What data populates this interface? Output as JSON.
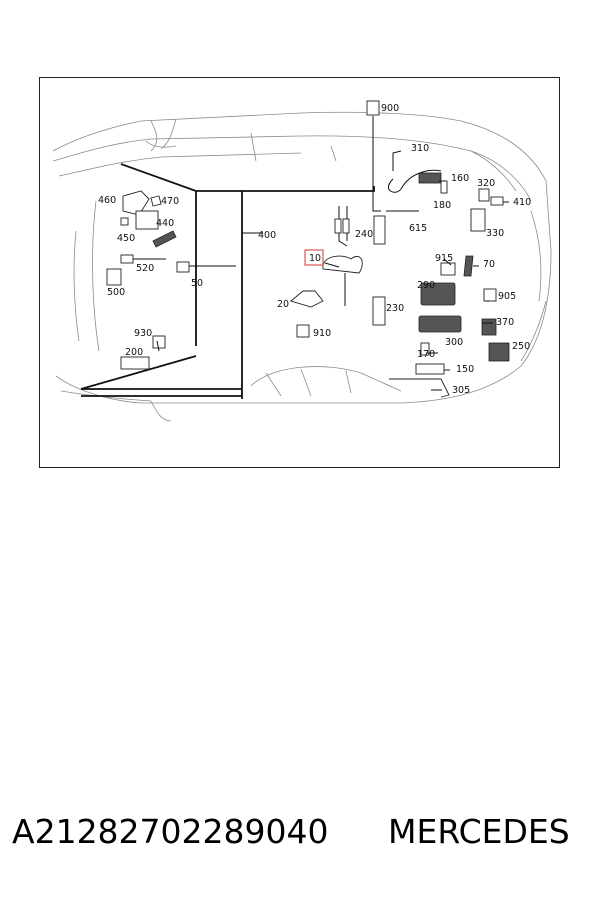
{
  "diagram": {
    "labels": {
      "l900": "900",
      "l310": "310",
      "l160": "160",
      "l320": "320",
      "l410": "410",
      "l180": "180",
      "l615": "615",
      "l330": "330",
      "l240": "240",
      "l460": "460",
      "l470": "470",
      "l440": "440",
      "l450": "450",
      "l400": "400",
      "l10": "10",
      "l915": "915",
      "l70": "70",
      "l520": "520",
      "l50": "50",
      "l290": "290",
      "l905": "905",
      "l500": "500",
      "l20": "20",
      "l230": "230",
      "l370": "370",
      "l910": "910",
      "l930": "930",
      "l300": "300",
      "l200": "200",
      "l250": "250",
      "l170": "170",
      "l150": "150",
      "l305": "305"
    },
    "highlight_color": "#d9534f"
  },
  "footer": {
    "part_number": "A21282702289040",
    "brand": "MERCEDES"
  }
}
